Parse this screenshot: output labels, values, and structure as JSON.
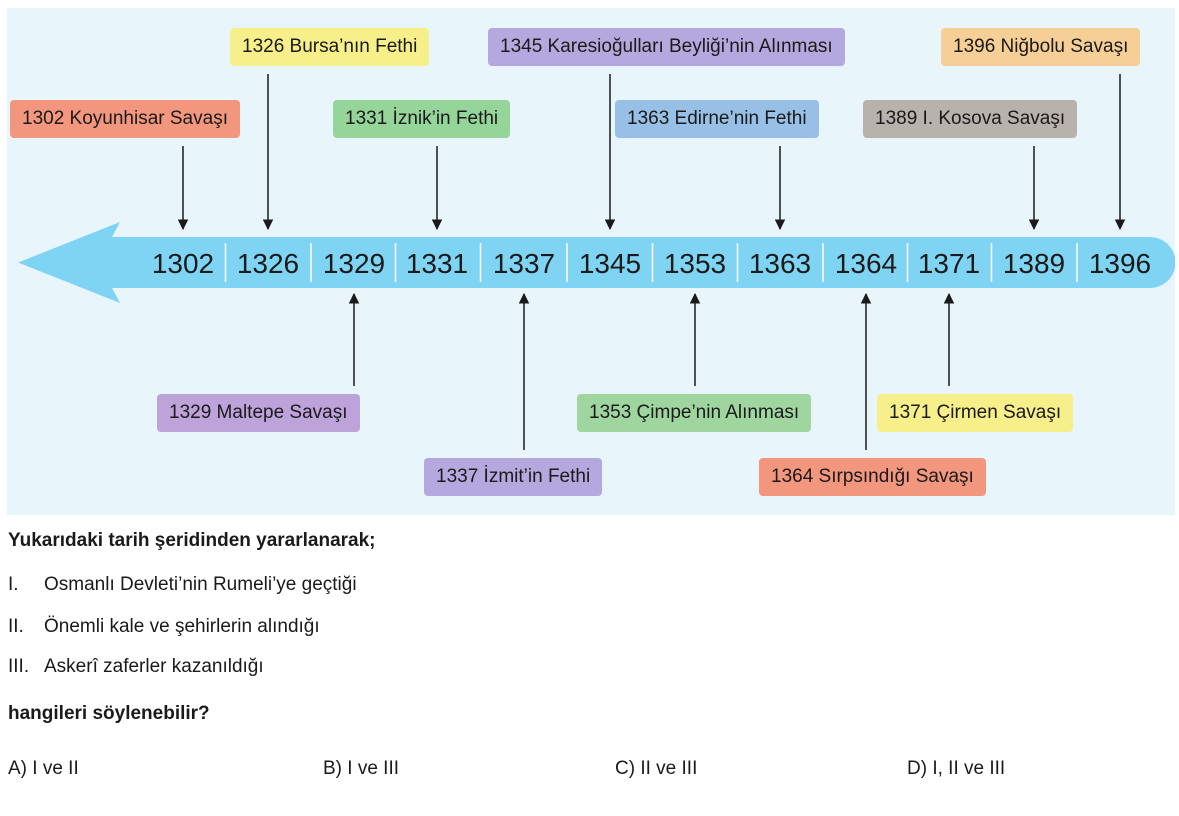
{
  "timeline": {
    "years": [
      "1302",
      "1326",
      "1329",
      "1331",
      "1337",
      "1345",
      "1353",
      "1363",
      "1364",
      "1371",
      "1389",
      "1396"
    ],
    "colors": {
      "bar": "#7fd4f4",
      "separator": "#ffffff",
      "arrow": "#1a1a1a"
    },
    "events_top": [
      {
        "year_index": 0,
        "label": "1302 Koyunhisar Savaşı",
        "color": "#f2967e"
      },
      {
        "year_index": 1,
        "label": "1326 Bursa’nın Fethi",
        "color": "#f7f08a"
      },
      {
        "year_index": 3,
        "label": "1331 İznik’in Fethi",
        "color": "#96d59a"
      },
      {
        "year_index": 5,
        "label": "1345 Karesioğulları Beyliği’nin Alınması",
        "color": "#b5a8de"
      },
      {
        "year_index": 7,
        "label": "1363 Edirne’nin Fethi",
        "color": "#98bfe6"
      },
      {
        "year_index": 10,
        "label": "1389 I. Kosova Savaşı",
        "color": "#b8b2ad"
      },
      {
        "year_index": 11,
        "label": "1396 Niğbolu Savaşı",
        "color": "#f5cf96"
      }
    ],
    "events_bottom": [
      {
        "year_index": 2,
        "label": "1329 Maltepe Savaşı",
        "color": "#bea3da"
      },
      {
        "year_index": 4,
        "label": "1337 İzmit’in Fethi",
        "color": "#b5a8de"
      },
      {
        "year_index": 6,
        "label": "1353 Çimpe’nin Alınması",
        "color": "#9fd6a0"
      },
      {
        "year_index": 8,
        "label": "1364 Sırpsındığı Savaşı",
        "color": "#f2967e"
      },
      {
        "year_index": 9,
        "label": "1371 Çirmen Savaşı",
        "color": "#f7f08a"
      }
    ]
  },
  "question": {
    "intro": "Yukarıdaki tarih şeridinden yararlanarak;",
    "items": [
      {
        "num": "I.",
        "text": "Osmanlı Devleti’nin Rumeli’ye geçtiği"
      },
      {
        "num": "II.",
        "text": "Önemli kale ve şehirlerin alındığı"
      },
      {
        "num": "III.",
        "text": "Askerî zaferler kazanıldığı"
      }
    ],
    "prompt": "hangileri söylenebilir?"
  },
  "answers": [
    {
      "letter": "A)",
      "text": "I ve II"
    },
    {
      "letter": "B)",
      "text": "I ve III"
    },
    {
      "letter": "C)",
      "text": "II ve III"
    },
    {
      "letter": "D)",
      "text": "I, II ve III"
    }
  ]
}
